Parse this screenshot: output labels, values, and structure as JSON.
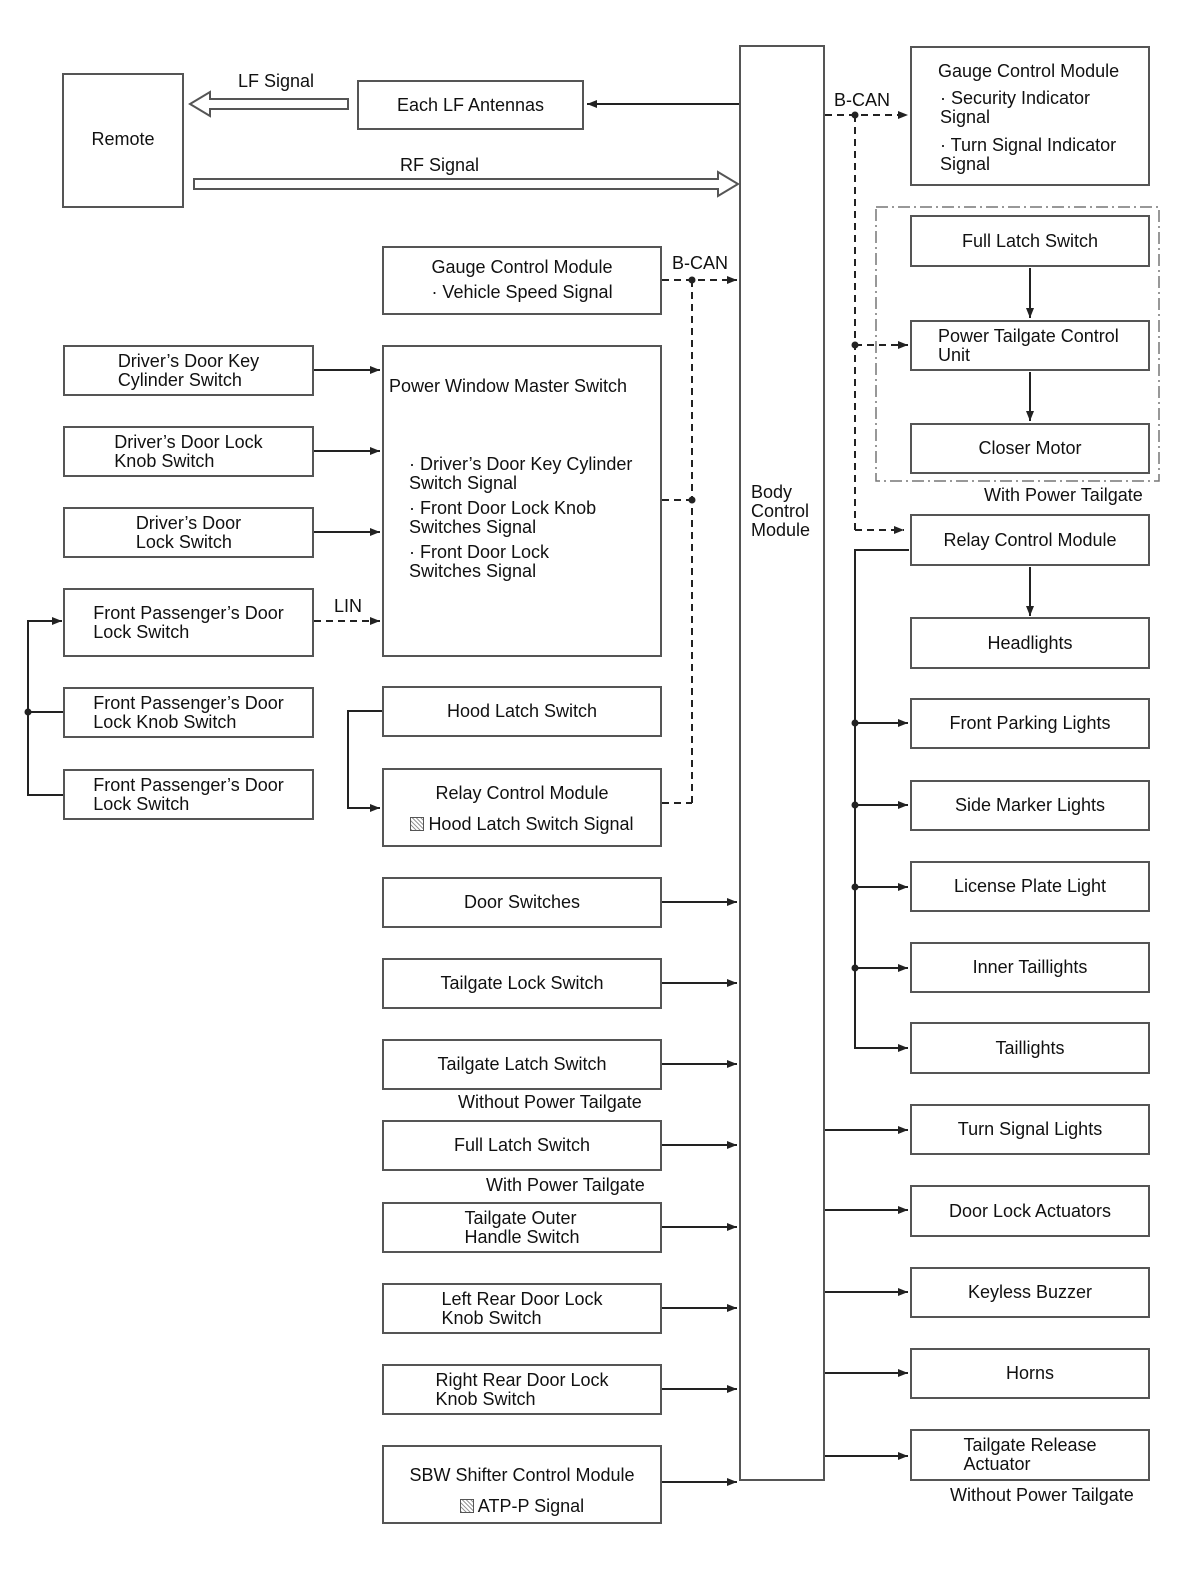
{
  "remote": "Remote",
  "lf_antennas": "Each LF Antennas",
  "lf_signal": "LF Signal",
  "rf_signal": "RF Signal",
  "bcan_top": "B-CAN",
  "bcan_mid": "B-CAN",
  "lin": "LIN",
  "body_control_module": "Body\nControl\nModule",
  "gauge_right": {
    "title": "Gauge Control Module",
    "line1": "· Security Indicator\nSignal",
    "line2": "· Turn Signal Indicator\nSignal"
  },
  "gauge_left": {
    "title": "Gauge Control Module",
    "line1": "· Vehicle Speed Signal"
  },
  "pwms": {
    "title": "Power Window Master Switch",
    "line1": "· Driver’s Door Key Cylinder\nSwitch Signal",
    "line2": "· Front Door Lock Knob\nSwitches Signal",
    "line3": "· Front Door Lock\nSwitches Signal"
  },
  "left_switches": [
    "Driver’s Door Key\nCylinder Switch",
    "Driver’s Door Lock\nKnob Switch",
    "Driver’s Door\nLock Switch",
    "Front Passenger’s Door\nLock Switch",
    "Front Passenger’s Door\nLock Knob Switch",
    "Front Passenger’s Door\nLock Switch"
  ],
  "hood_latch": "Hood Latch Switch",
  "relay_left": {
    "title": "Relay Control Module",
    "line1": "Hood Latch Switch Signal"
  },
  "inputs": [
    "Door Switches",
    "Tailgate Lock Switch",
    "Tailgate Latch Switch",
    "Full Latch Switch",
    "Tailgate Outer\nHandle Switch",
    "Left Rear Door Lock\nKnob Switch",
    "Right Rear Door Lock\nKnob Switch"
  ],
  "without_power_tailgate_1": "Without Power Tailgate",
  "with_power_tailgate_1": "With Power Tailgate",
  "sbw": {
    "title": "SBW Shifter Control Module",
    "line1": "ATP-P Signal"
  },
  "tailgate_group": {
    "full_latch": "Full Latch Switch",
    "ptcu": "Power Tailgate Control\nUnit",
    "closer": "Closer Motor",
    "caption": "With Power Tailgate"
  },
  "relay_right": "Relay Control Module",
  "lights": [
    "Headlights",
    "Front Parking Lights",
    "Side Marker Lights",
    "License Plate Light",
    "Inner Taillights",
    "Taillights"
  ],
  "outputs": [
    "Turn Signal Lights",
    "Door Lock Actuators",
    "Keyless Buzzer",
    "Horns",
    "Tailgate Release\nActuator"
  ],
  "without_power_tailgate_2": "Without Power Tailgate"
}
